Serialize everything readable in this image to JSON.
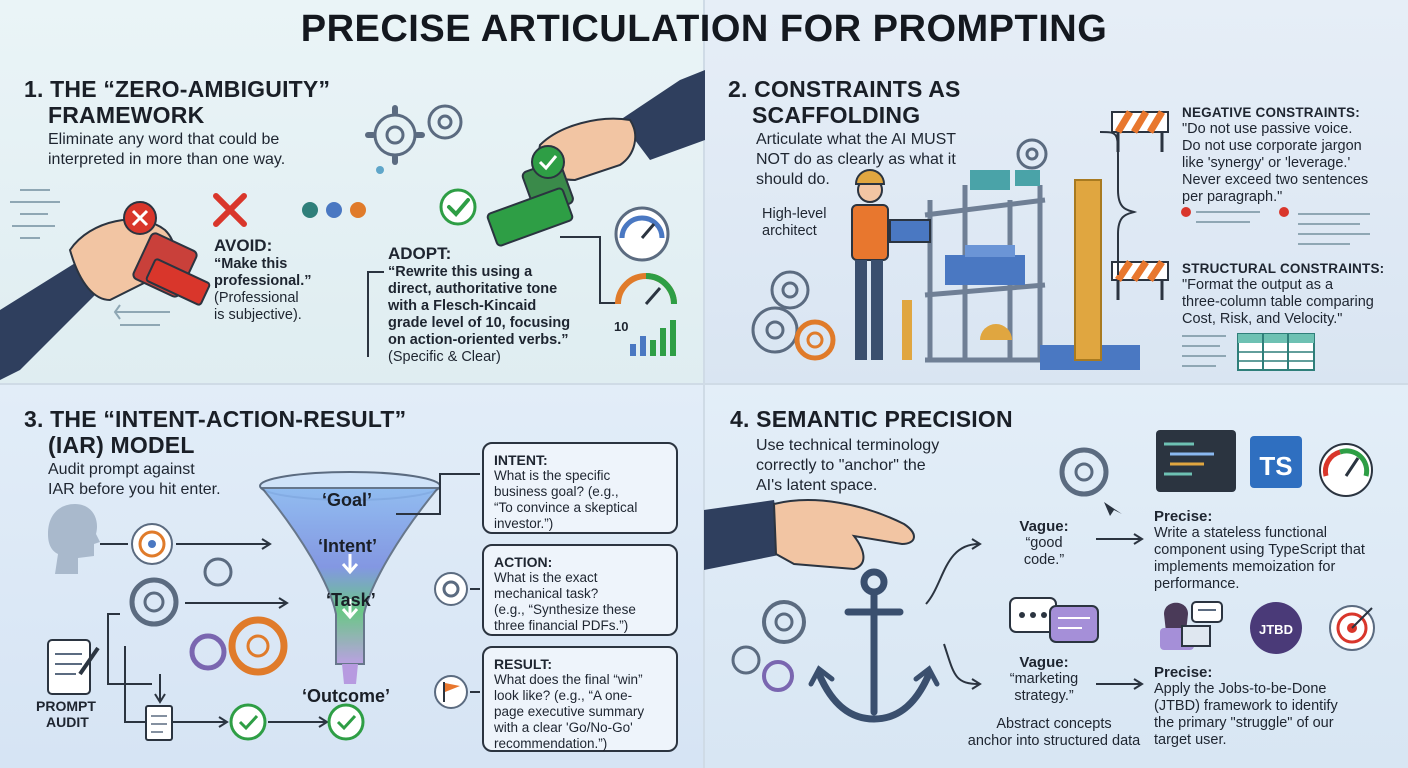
{
  "title": "PRECISE ARTICULATION FOR PROMPTING",
  "s1": {
    "heading_line1": "1. THE “ZERO-AMBIGUITY”",
    "heading_line2": "FRAMEWORK",
    "subtitle_line1": "Eliminate any word that could be",
    "subtitle_line2": "interpreted in more than one way.",
    "avoid_label": "AVOID:",
    "avoid_l1": "“Make this",
    "avoid_l2": "professional.”",
    "avoid_l3": "(Professional",
    "avoid_l4": "is subjective).",
    "adopt_label": "ADOPT:",
    "adopt_l1": "“Rewrite this using a",
    "adopt_l2": "direct, authoritative tone",
    "adopt_l3": "with a Flesch-Kincaid",
    "adopt_l4": "grade level of 10, focusing",
    "adopt_l5": "on action-oriented verbs.”",
    "adopt_l6": "(Specific & Clear)",
    "gauge_value": "10",
    "colors": {
      "red": "#d9362b",
      "green": "#2e9e45",
      "navy": "#2f3f5e"
    },
    "icons": [
      "hand-stamp-red-icon",
      "x-mark-icon",
      "gear-icon",
      "check-mark-icon",
      "hand-stamp-green-icon",
      "gauge-icon",
      "bar-chart-icon"
    ]
  },
  "s2": {
    "heading_line1": "2. CONSTRAINTS AS",
    "heading_line2": "SCAFFOLDING",
    "subtitle_line1": "Articulate what the AI MUST",
    "subtitle_line2": "NOT do as clearly as what it",
    "subtitle_line3": "should do.",
    "architect_l1": "High-level",
    "architect_l2": "architect",
    "neg_title": "NEGATIVE CONSTRAINTS:",
    "neg_l1": "\"Do not use passive voice.",
    "neg_l2": "Do not use corporate jargon",
    "neg_l3": "like 'synergy' or 'leverage.'",
    "neg_l4": "Never exceed two sentences",
    "neg_l5": "per paragraph.\"",
    "struct_title": "STRUCTURAL CONSTRAINTS:",
    "struct_l1": "\"Format the output as a",
    "struct_l2": "three-column table comparing",
    "struct_l3": "Cost, Risk, and Velocity.\"",
    "icons": [
      "architect-icon",
      "scaffold-icon",
      "barrier-icon",
      "ruler-icon",
      "table-icon"
    ]
  },
  "s3": {
    "heading_line1": "3. THE “INTENT-ACTION-RESULT”",
    "heading_line2": "(IAR) MODEL",
    "subtitle_line1": "Audit prompt against",
    "subtitle_line2": "IAR before you hit enter.",
    "funnel": [
      "‘Goal’",
      "‘Intent’",
      "‘Task’",
      "‘Outcome’"
    ],
    "audit_l1": "PROMPT",
    "audit_l2": "AUDIT",
    "intent_title": "INTENT:",
    "intent_l1": "What is the specific",
    "intent_l2": "business goal? (e.g.,",
    "intent_l3": "“To convince a skeptical",
    "intent_l4": "investor.”)",
    "action_title": "ACTION:",
    "action_l1": "What is the exact",
    "action_l2": "mechanical task?",
    "action_l3": "(e.g., “Synthesize these",
    "action_l4": "three financial PDFs.”)",
    "result_title": "RESULT:",
    "result_l1": "What does the final “win”",
    "result_l2": "look like? (e.g., “A one-",
    "result_l3": "page executive summary",
    "result_l4": "with a clear 'Go/No-Go'",
    "result_l5": "recommendation.”)",
    "icons": [
      "head-silhouette-icon",
      "target-icon",
      "gear-icon",
      "clipboard-icon",
      "document-icon",
      "check-circle-icon",
      "flag-icon",
      "funnel-icon"
    ]
  },
  "s4": {
    "heading": "4. SEMANTIC PRECISION",
    "subtitle_line1": "Use technical terminology",
    "subtitle_line2": "correctly to \"anchor\" the",
    "subtitle_line3": "AI's latent space.",
    "vague1_label": "Vague:",
    "vague1_text": "“good code.”",
    "precise1_label": "Precise:",
    "precise1_l1": "Write a stateless functional",
    "precise1_l2": "component using TypeScript that",
    "precise1_l3": "implements memoization for",
    "precise1_l4": "performance.",
    "vague2_label": "Vague:",
    "vague2_l1": "“marketing",
    "vague2_l2": "strategy.”",
    "precise2_label": "Precise:",
    "precise2_l1": "Apply the Jobs-to-be-Done",
    "precise2_l2": "(JTBD) framework to identify",
    "precise2_l3": "the primary \"struggle\" of our",
    "precise2_l4": "target user.",
    "ts_badge": "TS",
    "jtbd_badge": "JTBD",
    "caption_l1": "Abstract concepts",
    "caption_l2": "anchor into structured data",
    "icons": [
      "hand-icon",
      "anchor-icon",
      "code-window-icon",
      "typescript-icon",
      "speed-gauge-icon",
      "chat-bubbles-icon",
      "user-laptop-icon",
      "target-icon"
    ]
  }
}
